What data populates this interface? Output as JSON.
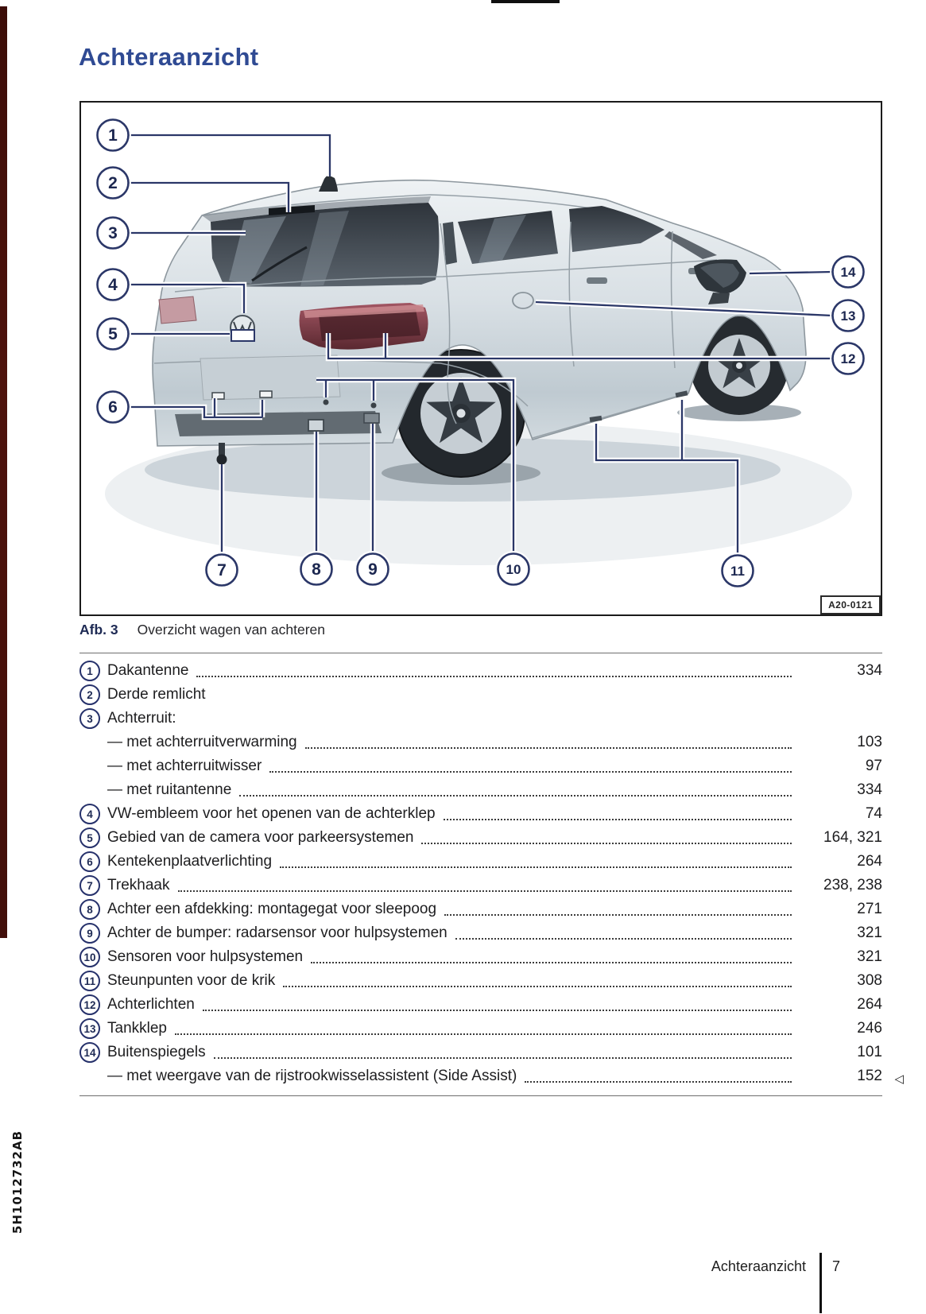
{
  "page": {
    "title": "Achteraanzicht",
    "spine_code": "5H1012732AB"
  },
  "figure": {
    "caption_label": "Afb. 3",
    "caption_text": "Overzicht wagen van achteren",
    "image_code": "A20-0121",
    "callouts": [
      "1",
      "2",
      "3",
      "4",
      "5",
      "6",
      "7",
      "8",
      "9",
      "10",
      "11",
      "12",
      "13",
      "14"
    ]
  },
  "legend": {
    "items": [
      {
        "num": "1",
        "label": "Dakantenne",
        "pages": "334"
      },
      {
        "num": "2",
        "label": "Derde remlicht",
        "pages": ""
      },
      {
        "num": "3",
        "label": "Achterruit:",
        "pages": ""
      },
      {
        "num": "",
        "label": "— met achterruitverwarming",
        "pages": "103"
      },
      {
        "num": "",
        "label": "— met achterruitwisser",
        "pages": "97"
      },
      {
        "num": "",
        "label": "— met ruitantenne",
        "pages": "334"
      },
      {
        "num": "4",
        "label": "VW-embleem voor het openen van de achterklep",
        "pages": "74"
      },
      {
        "num": "5",
        "label": "Gebied van de camera voor parkeersystemen",
        "pages": "164, 321"
      },
      {
        "num": "6",
        "label": "Kentekenplaatverlichting",
        "pages": "264"
      },
      {
        "num": "7",
        "label": "Trekhaak",
        "pages": "238, 238"
      },
      {
        "num": "8",
        "label": "Achter een afdekking: montagegat voor sleepoog",
        "pages": "271"
      },
      {
        "num": "9",
        "label": "Achter de bumper: radarsensor voor hulpsystemen",
        "pages": "321"
      },
      {
        "num": "10",
        "label": "Sensoren voor hulpsystemen",
        "pages": "321"
      },
      {
        "num": "11",
        "label": "Steunpunten voor de krik",
        "pages": "308"
      },
      {
        "num": "12",
        "label": "Achterlichten",
        "pages": "264"
      },
      {
        "num": "13",
        "label": "Tankklep",
        "pages": "246"
      },
      {
        "num": "14",
        "label": "Buitenspiegels",
        "pages": "101"
      },
      {
        "num": "",
        "label": "— met weergave van de rijstrookwisselassistent (Side Assist)",
        "pages": "152",
        "marker": "◁"
      }
    ]
  },
  "footer": {
    "section": "Achteraanzicht",
    "page_number": "7"
  },
  "colors": {
    "title_blue": "#2f4a93",
    "callout_navy": "#2b3768",
    "spine_strip": "#4a120d"
  }
}
